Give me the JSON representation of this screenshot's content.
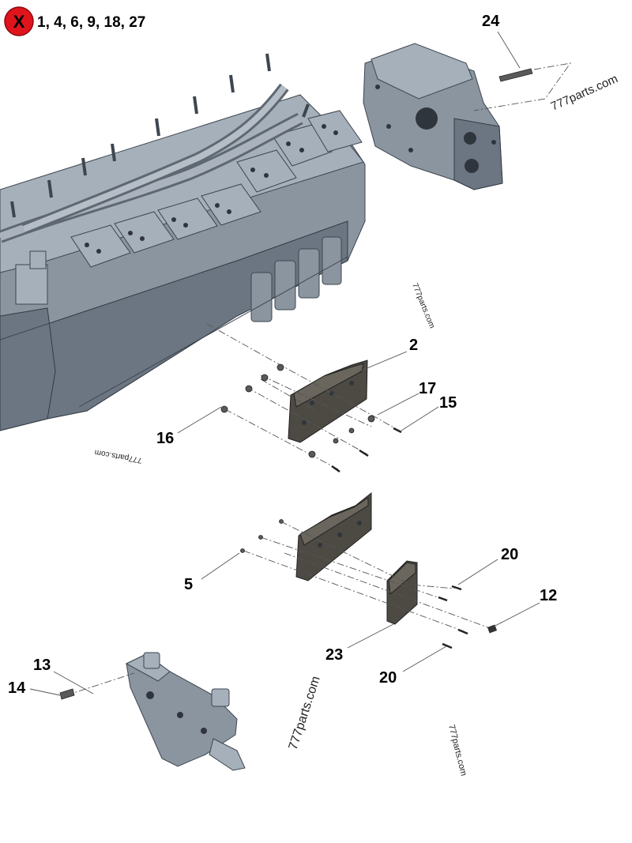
{
  "legend": {
    "x_symbol": "X",
    "items_text": "1, 4, 6, 9, 18, 27",
    "x_color": "#e0141c"
  },
  "callouts": {
    "c24": "24",
    "c2": "2",
    "c17": "17",
    "c15": "15",
    "c16": "16",
    "c20a": "20",
    "c12": "12",
    "c5": "5",
    "c23": "23",
    "c20b": "20",
    "c13": "13",
    "c14": "14"
  },
  "watermarks": {
    "w1": "777parts.com",
    "w2": "777parts.com",
    "w3": "777parts.com",
    "w4": "777parts.com",
    "w5": "777parts.com"
  },
  "colors": {
    "engine_body": "#8b95a0",
    "plate": "#4d4a44",
    "callout_text": "#000000"
  },
  "icons": {
    "legend": "x-circle-icon"
  }
}
